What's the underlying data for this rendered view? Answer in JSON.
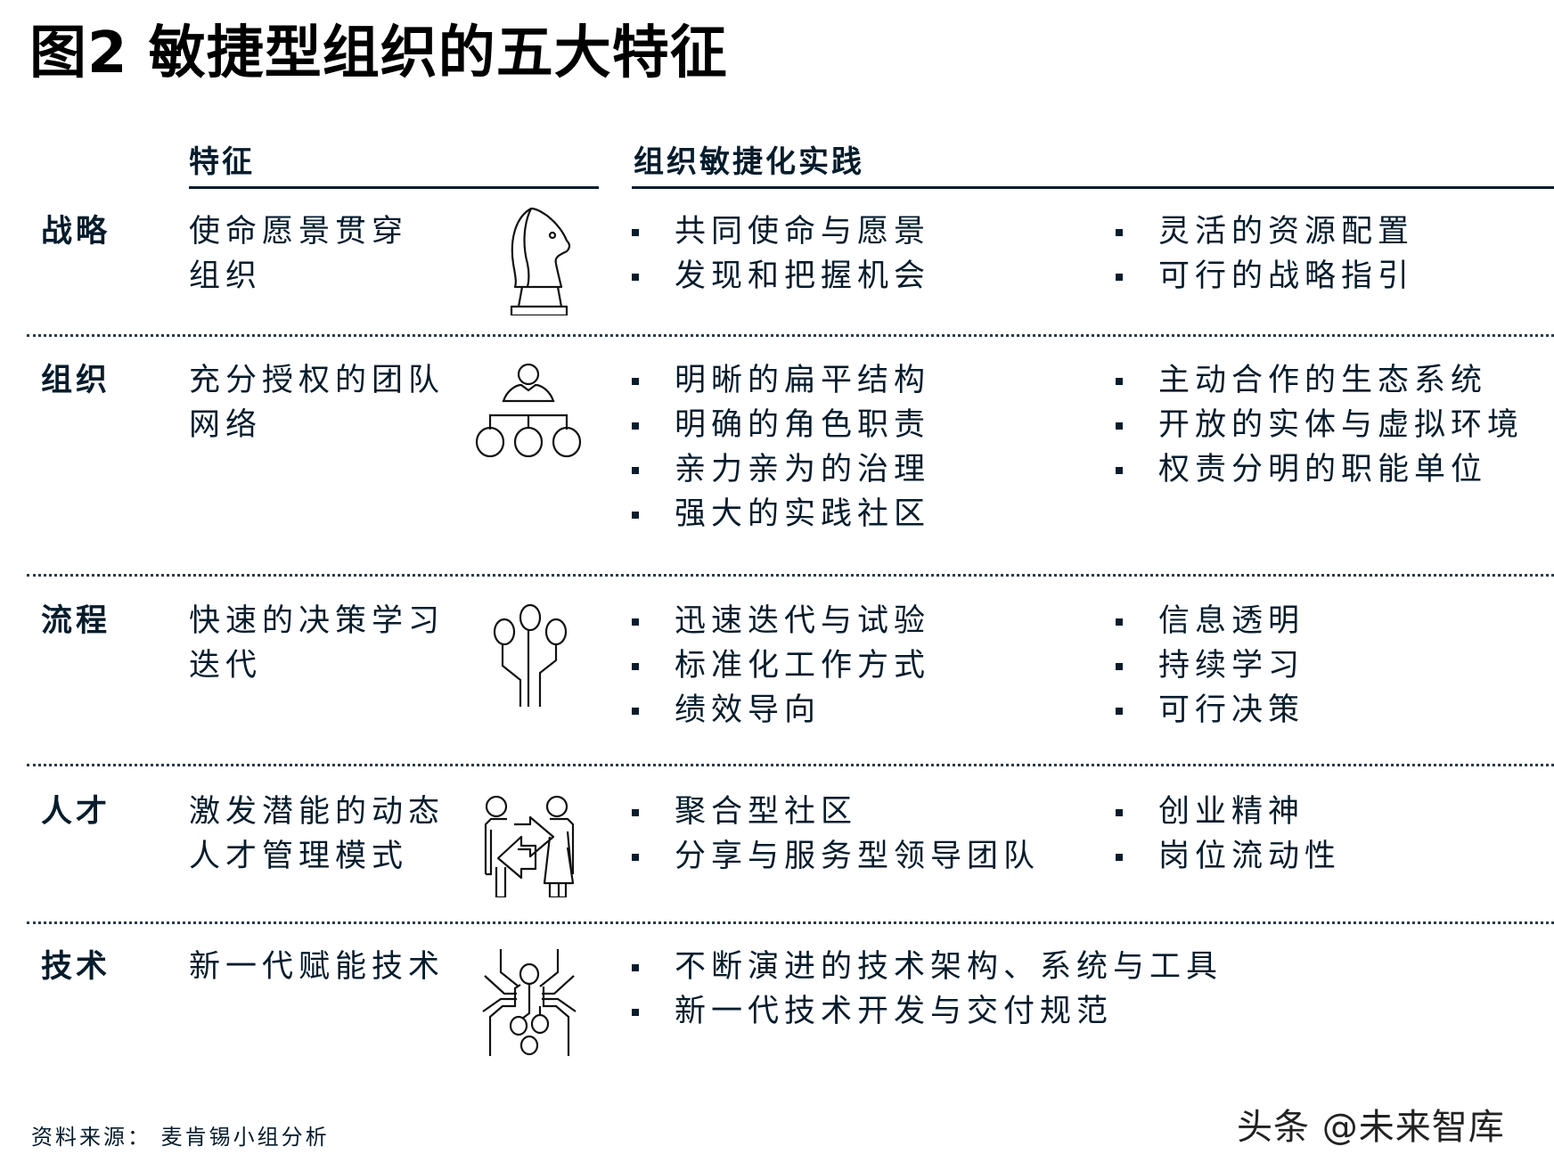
{
  "title": "图2 敏捷型组织的五大特征",
  "columns": {
    "feature_header": "特征",
    "practice_header": "组织敏捷化实践"
  },
  "rows": [
    {
      "label": "战略",
      "feature": [
        "使命愿景贯穿",
        "组织"
      ],
      "icon": "chess-knight-icon",
      "practices_left": [
        "共同使命与愿景",
        "发现和把握机会"
      ],
      "practices_right": [
        "灵活的资源配置",
        "可行的战略指引"
      ]
    },
    {
      "label": "组织",
      "feature": [
        "充分授权的团队",
        "网络"
      ],
      "icon": "org-network-icon",
      "practices_left": [
        "明晰的扁平结构",
        "明确的角色职责",
        "亲力亲为的治理",
        "强大的实践社区"
      ],
      "practices_right": [
        "主动合作的生态系统",
        "开放的实体与虚拟环境",
        "权责分明的职能单位"
      ]
    },
    {
      "label": "流程",
      "feature": [
        "快速的决策学习",
        "迭代"
      ],
      "icon": "process-branches-icon",
      "practices_left": [
        "迅速迭代与试验",
        "标准化工作方式",
        "绩效导向"
      ],
      "practices_right": [
        "信息透明",
        "持续学习",
        "可行决策"
      ]
    },
    {
      "label": "人才",
      "feature": [
        "激发潜能的动态",
        "人才管理模式"
      ],
      "icon": "people-exchange-icon",
      "practices_left": [
        "聚合型社区",
        "分享与服务型领导团队"
      ],
      "practices_right": [
        "创业精神",
        "岗位流动性"
      ]
    },
    {
      "label": "技术",
      "feature": [
        "新一代赋能技术"
      ],
      "icon": "circuit-chip-icon",
      "practices_left": [
        "不断演进的技术架构、系统与工具",
        "新一代技术开发与交付规范"
      ],
      "practices_right": []
    }
  ],
  "source": "资料来源：  麦肯锡小组分析",
  "watermark": "头条 @未来智库",
  "colors": {
    "text": "#051c2c",
    "title": "#000000"
  }
}
